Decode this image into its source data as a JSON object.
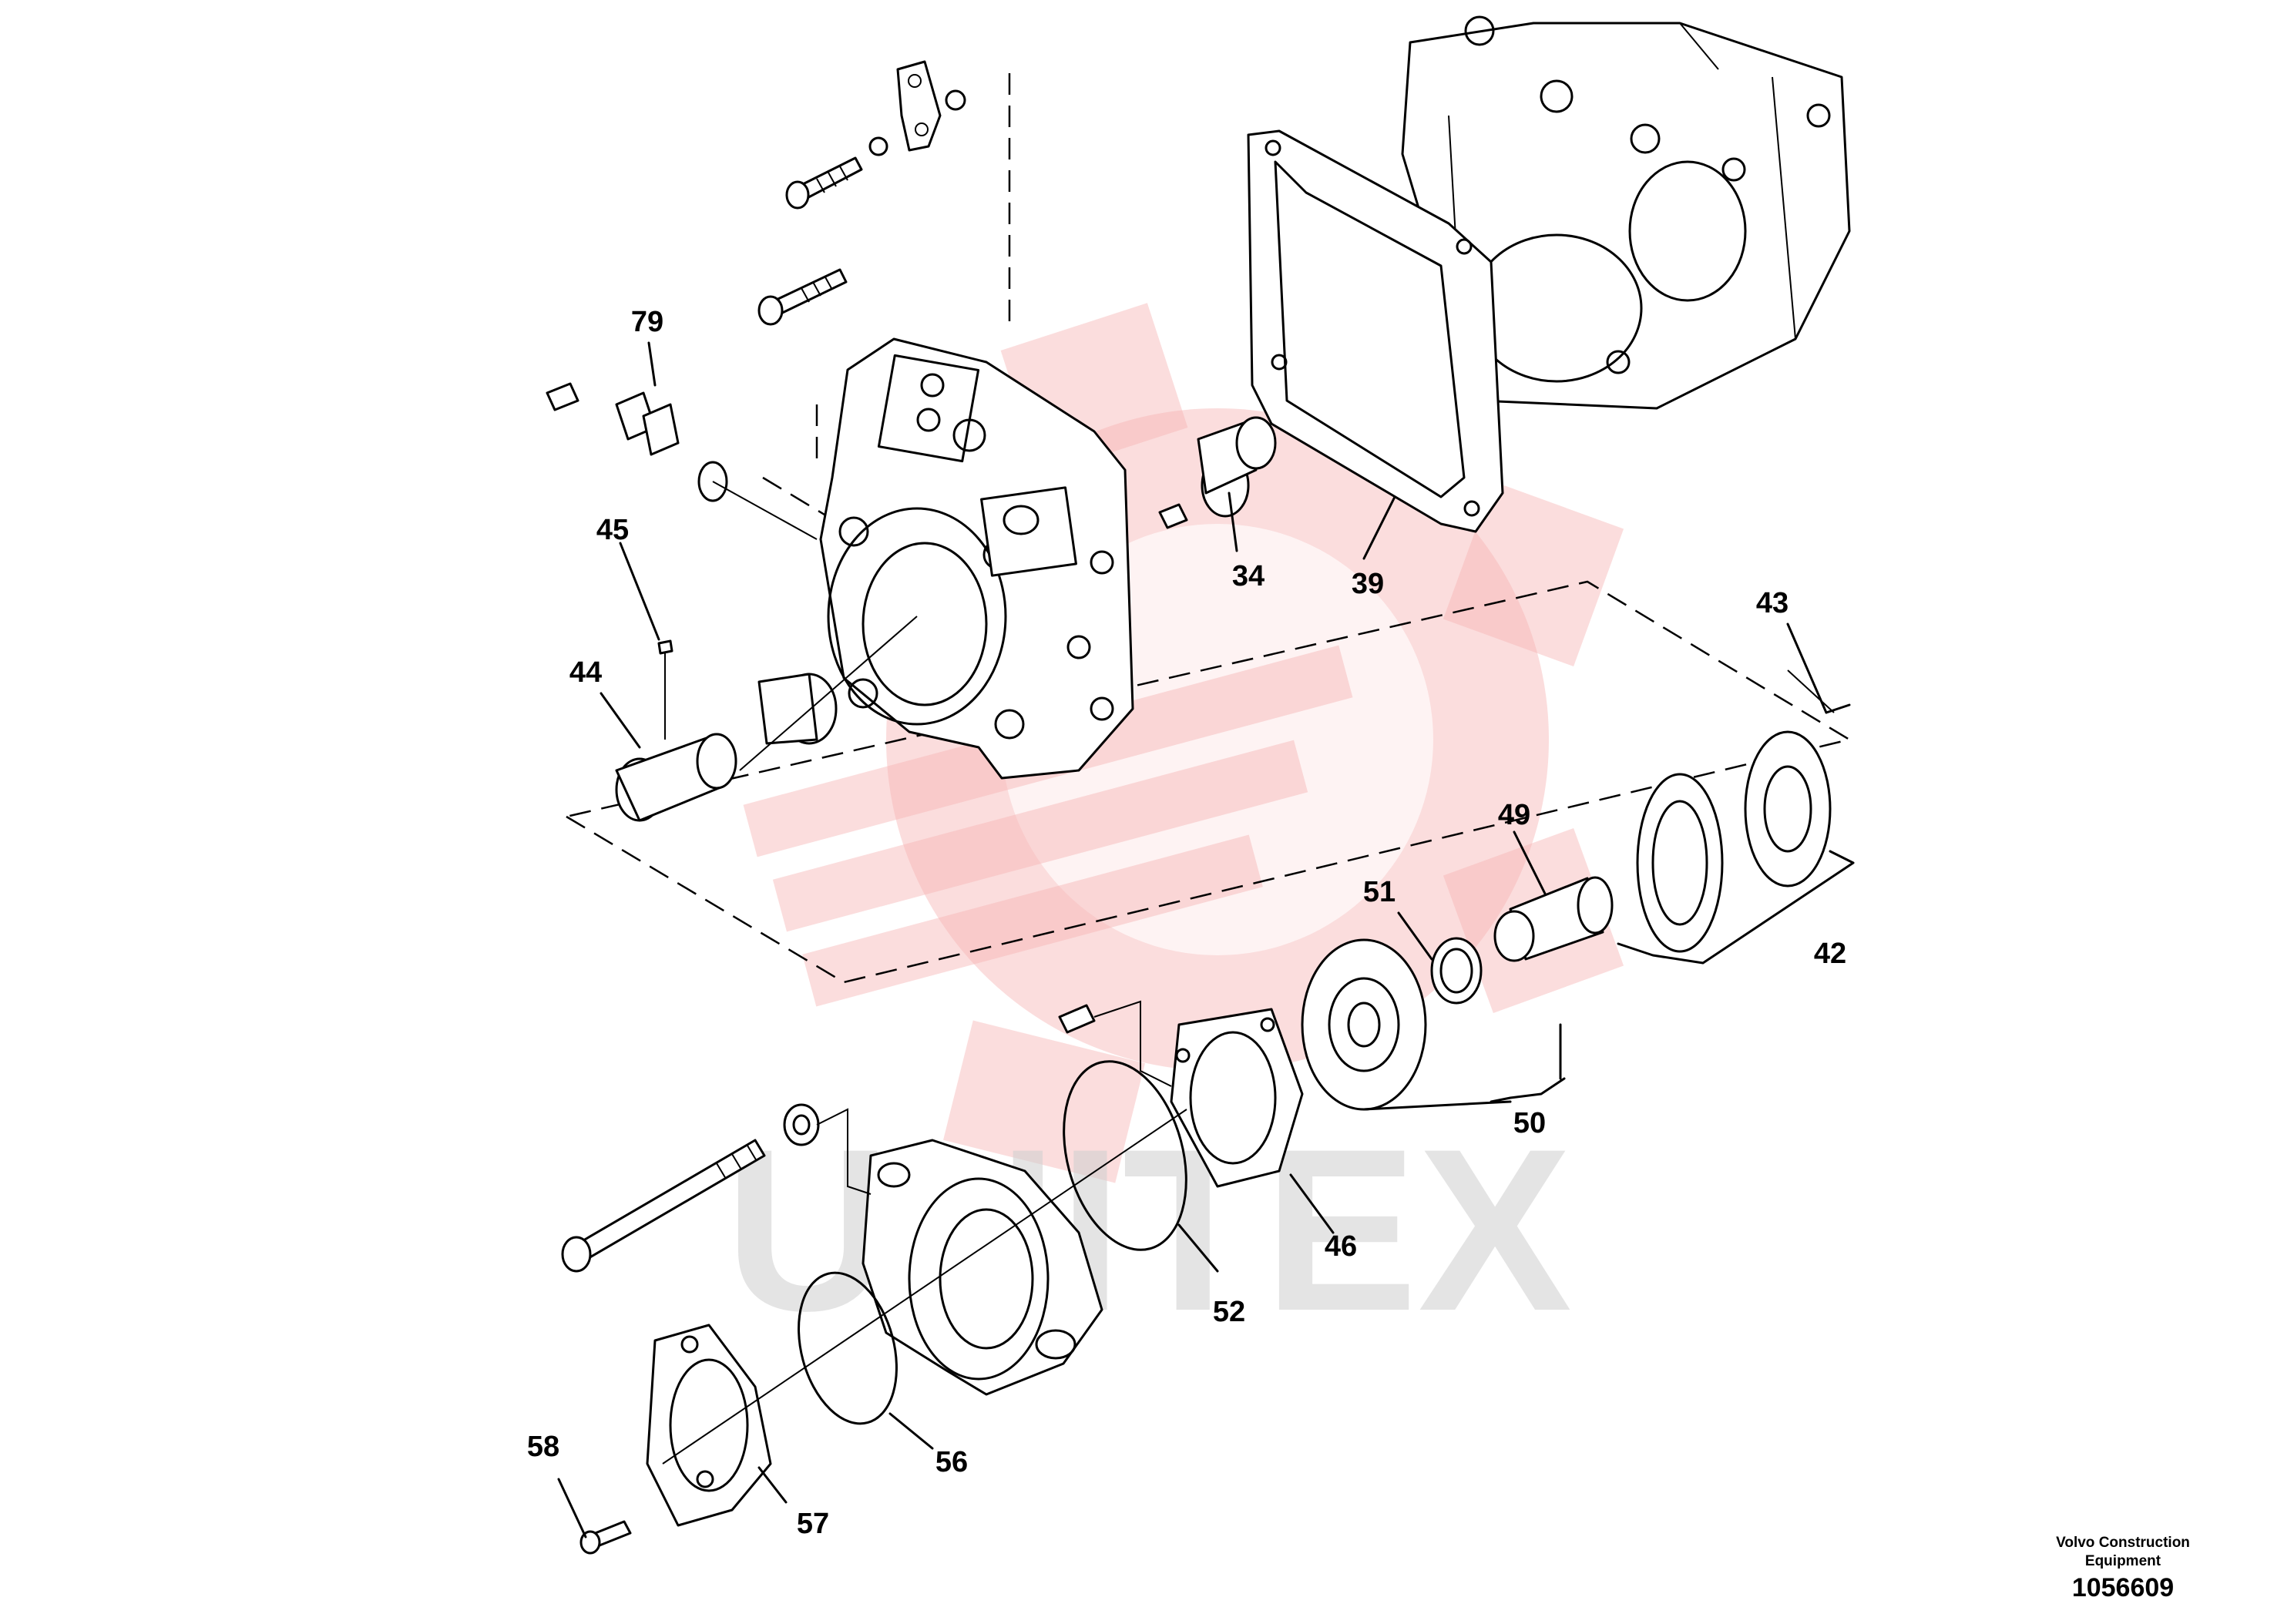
{
  "diagram": {
    "part_labels": [
      "79",
      "45",
      "44",
      "34",
      "39",
      "43",
      "49",
      "51",
      "42",
      "50",
      "46",
      "52",
      "56",
      "58",
      "57"
    ],
    "watermark_text": "UNITEX"
  },
  "footer": {
    "company_line1": "Volvo Construction",
    "company_line2": "Equipment",
    "drawing_number": "1056609"
  },
  "colors": {
    "line": "#000000",
    "watermark_red": "#f6b3b3",
    "watermark_gray": "#cfcfcf"
  }
}
